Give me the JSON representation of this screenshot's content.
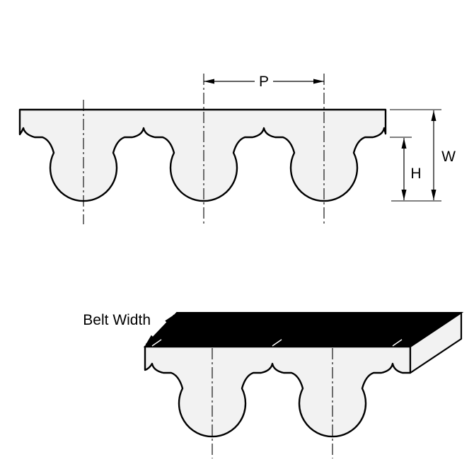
{
  "colors": {
    "background": "#ffffff",
    "outline": "#000000",
    "belt_fill": "#f2f2f2",
    "top_surface": "#000000",
    "dimension": "#000000"
  },
  "profile_view": {
    "pitch_label": "P",
    "width_label": "W",
    "height_label": "H"
  },
  "perspective_view": {
    "belt_width_label": "Belt Width"
  }
}
